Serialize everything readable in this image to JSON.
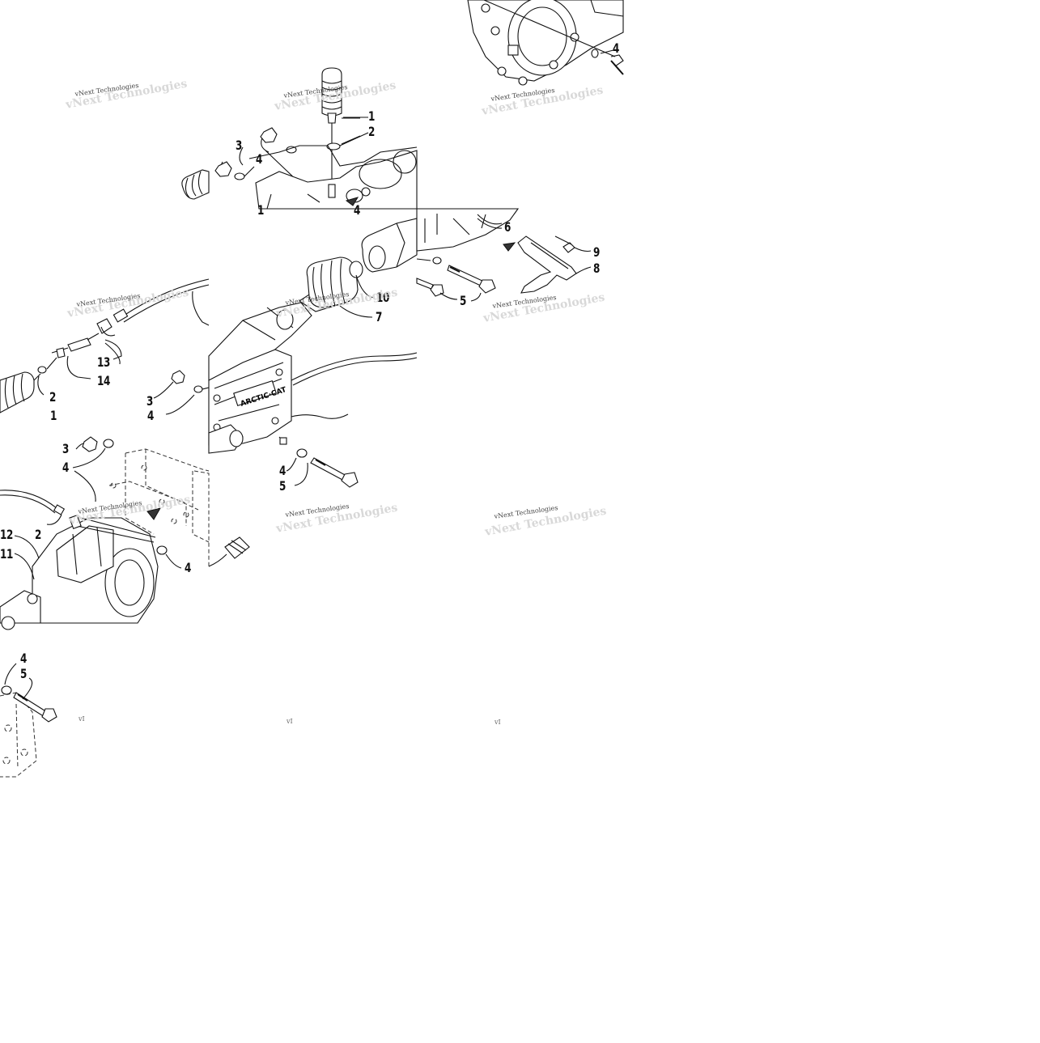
{
  "watermark": {
    "text": "vNext Technologies",
    "stub": "vI"
  },
  "callouts": [
    {
      "id": "t1-1",
      "text": "1"
    },
    {
      "id": "t1-2",
      "text": "2"
    },
    {
      "id": "t1-3",
      "text": "3"
    },
    {
      "id": "t1-4",
      "text": "4"
    },
    {
      "id": "t1-1b",
      "text": "1"
    },
    {
      "id": "t1-4b",
      "text": "4"
    },
    {
      "id": "t2-4",
      "text": "4"
    },
    {
      "id": "m-6",
      "text": "6"
    },
    {
      "id": "m-9",
      "text": "9"
    },
    {
      "id": "m-8",
      "text": "8"
    },
    {
      "id": "m-10",
      "text": "10"
    },
    {
      "id": "m-7",
      "text": "7"
    },
    {
      "id": "m-5",
      "text": "5"
    },
    {
      "id": "l-13",
      "text": "13"
    },
    {
      "id": "l-14",
      "text": "14"
    },
    {
      "id": "l-2",
      "text": "2"
    },
    {
      "id": "l-1",
      "text": "1"
    },
    {
      "id": "l-3",
      "text": "3"
    },
    {
      "id": "l-4",
      "text": "4"
    },
    {
      "id": "c-4",
      "text": "4"
    },
    {
      "id": "c-5",
      "text": "5"
    },
    {
      "id": "b-3",
      "text": "3"
    },
    {
      "id": "b-4",
      "text": "4"
    },
    {
      "id": "b-12",
      "text": "12"
    },
    {
      "id": "b-2",
      "text": "2"
    },
    {
      "id": "b-11",
      "text": "11"
    },
    {
      "id": "b-4b",
      "text": "4"
    },
    {
      "id": "f-4",
      "text": "4"
    },
    {
      "id": "f-5",
      "text": "5"
    }
  ],
  "colors": {
    "line": "#111111",
    "background": "#ffffff",
    "watermark_ghost": "#d8d8d8"
  }
}
